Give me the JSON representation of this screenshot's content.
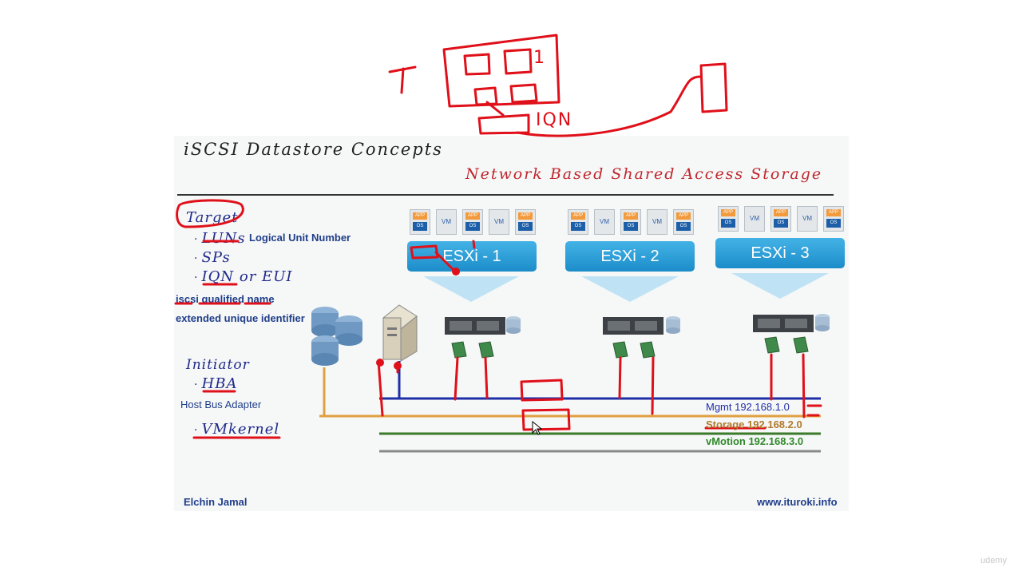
{
  "slide": {
    "title": "iSCSI Datastore Concepts",
    "subtitle": "Network Based Shared Access Storage",
    "target": {
      "heading": "Target",
      "items": [
        "LUNs",
        "SPs",
        "IQN or EUI"
      ],
      "lun_note": "Logical Unit Number",
      "iqn_note": "iscsi qualified name",
      "eui_note": "extended unique identifier"
    },
    "initiator": {
      "heading": "Initiator",
      "items": [
        "HBA",
        "VMkernel"
      ],
      "hba_note": "Host Bus Adapter"
    },
    "hosts": [
      "ESXi - 1",
      "ESXi - 2",
      "ESXi - 3"
    ],
    "vm_label": "VM",
    "app_label": "APP",
    "os_label": "OS",
    "networks": [
      {
        "name": "Mgmt",
        "subnet": "192.168.1.0",
        "color": "#1f2fa8"
      },
      {
        "name": "Storage",
        "subnet": "192.168.2.0",
        "color": "#e0a040"
      },
      {
        "name": "vMotion",
        "subnet": "192.168.3.0",
        "color": "#3a7a2a"
      }
    ],
    "author": "Elchin Jamal",
    "website": "www.ituroki.info"
  },
  "annotations": {
    "t_label": "T",
    "iqn_label": "IQN",
    "one_label": "1",
    "ink_color": "#e0101a"
  },
  "watermark": "udemy"
}
